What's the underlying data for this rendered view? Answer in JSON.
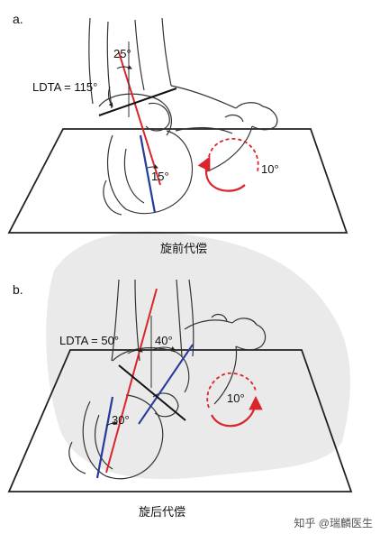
{
  "panel_a": {
    "label": "a.",
    "ldta": "LDTA = 115°",
    "angle_tibial": "25°",
    "angle_heel": "15°",
    "angle_forefoot": "10°",
    "caption": "旋前代偿"
  },
  "panel_b": {
    "label": "b.",
    "ldta": "LDTA = 50°",
    "angle_tibial": "40°",
    "angle_heel": "30°",
    "angle_forefoot": "10°",
    "caption": "旋后代偿"
  },
  "watermark": "知乎 @瑞麟医生",
  "colors": {
    "red_line": "#d8262c",
    "blue_line": "#243b9c",
    "outline": "#222222",
    "watermark_bg": "#e3e3e3"
  }
}
